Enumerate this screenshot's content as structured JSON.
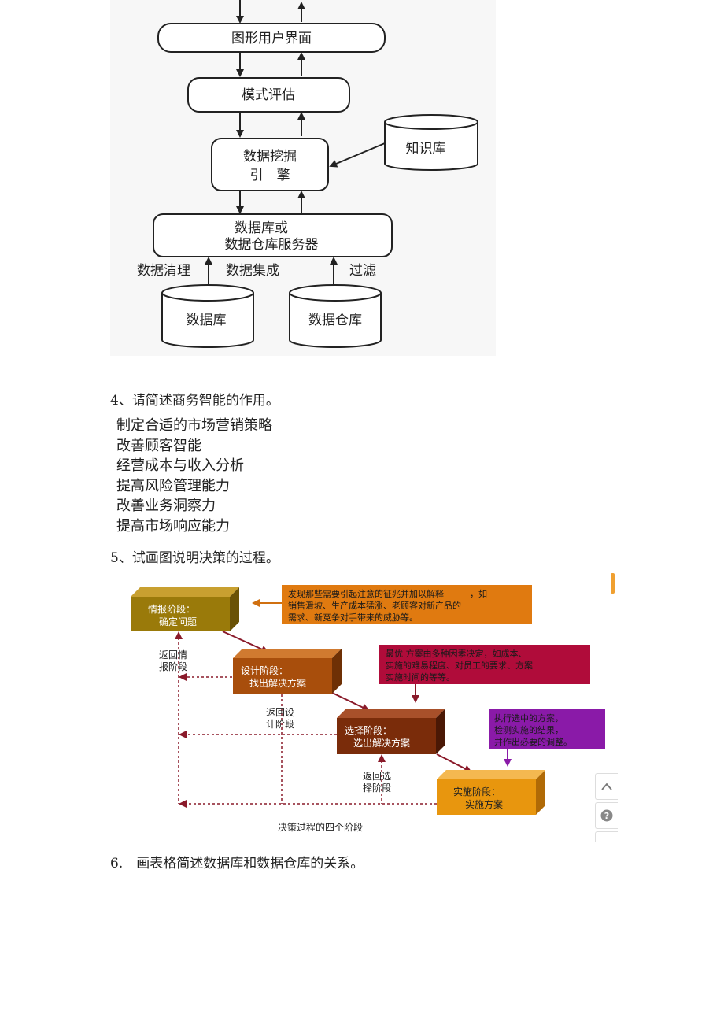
{
  "architecture": {
    "boxes": {
      "gui": "图形用户界面",
      "pattern_eval": "模式评估",
      "mining_engine": [
        "数据挖掘",
        "引　擎"
      ],
      "knowledge_base": "知识库",
      "db_server": [
        "数据库或",
        "数据仓库服务器"
      ],
      "database": "数据库",
      "data_warehouse": "数据仓库"
    },
    "labels": {
      "cleaning": "数据清理",
      "integration": "数据集成",
      "filtering": "过滤"
    }
  },
  "q4": {
    "question": "4、请简述商务智能的作用。",
    "answers": [
      "制定合适的市场营销策略",
      "改善顾客智能",
      "经营成本与收入分析",
      "提高风险管理能力",
      "改善业务洞察力",
      "提高市场响应能力"
    ]
  },
  "q5": {
    "question": "5、试画图说明决策的过程。"
  },
  "decision": {
    "stages": [
      {
        "title": "情报阶段：",
        "sub": "确定问题",
        "color": "#9a7a0a"
      },
      {
        "title": "设计阶段：",
        "sub": "找出解决方案",
        "color": "#a84e0c"
      },
      {
        "title": "选择阶段：",
        "sub": "选出解决方案",
        "color": "#7a2c0a"
      },
      {
        "title": "实施阶段：",
        "sub": "实施方案",
        "color": "#e8960e"
      }
    ],
    "notes": [
      {
        "lines": [
          "发现那些需要引起注意的征兆并加以解释　　　，如",
          "销售滑坡、生产成本猛涨、老顾客对新产品的",
          "需求、新竞争对手带来的威胁等。"
        ],
        "color": "#e07a10"
      },
      {
        "lines": [
          "最优 方案由多种因素决定，如成本、",
          "实施的难易程度、对员工的要求、方案",
          "实施时间的等等。"
        ],
        "color": "#b00c3a"
      },
      {
        "lines": [
          "执行选中的方案，",
          "检测实施的结果，",
          "并作出必要的调整。"
        ],
        "color": "#8a1aa8"
      }
    ],
    "returns": [
      [
        "返回情",
        "报阶段"
      ],
      [
        "返回设",
        "计阶段"
      ],
      [
        "返回选",
        "择阶段"
      ]
    ],
    "caption": "决策过程的四个阶段"
  },
  "q6": {
    "question": "6.　画表格简述数据库和数据仓库的关系。"
  },
  "sidebar": {
    "up_icon": "chevron-up-icon",
    "help_icon": "question-icon"
  }
}
